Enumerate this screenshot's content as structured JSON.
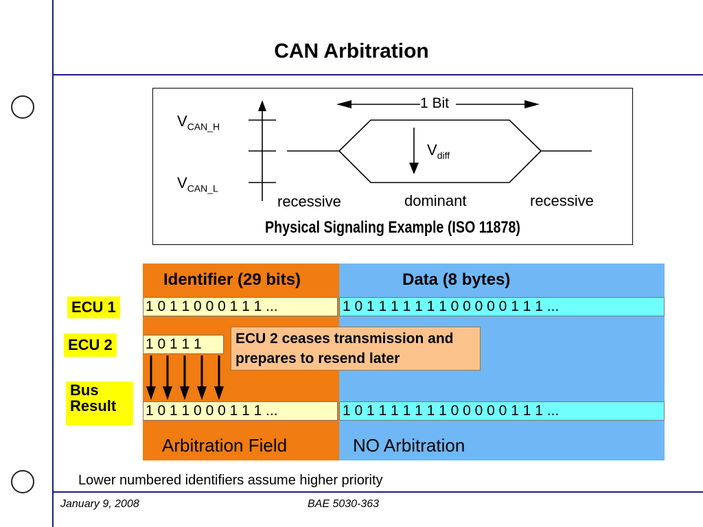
{
  "slide": {
    "title": "CAN Arbitration",
    "footnote": "Lower numbered identifiers assume higher priority"
  },
  "signal_diagram": {
    "bit_label": "1 Bit",
    "v_can_h": {
      "main": "V",
      "sub": "CAN_H"
    },
    "v_can_l": {
      "main": "V",
      "sub": "CAN_L"
    },
    "v_diff": {
      "main": "V",
      "sub": "diff"
    },
    "states": [
      "recessive",
      "dominant",
      "recessive"
    ],
    "caption": "Physical Signaling Example (ISO 11878)"
  },
  "frame": {
    "identifier_header": "Identifier  (29 bits)",
    "data_header": "Data (8 bytes)",
    "ecu1": {
      "label": "ECU 1",
      "identifier_bits": "1 0 1 1 0 0 0 1 1 1 ...",
      "data_bits": "1 0 1 1 1 1 1 1 1 0 0 0 0 0 1 1 1 ..."
    },
    "ecu2": {
      "label": "ECU 2",
      "identifier_bits": "1 0 1 1 1"
    },
    "note": "ECU 2 ceases transmission and prepares to resend later",
    "bus": {
      "label_line1": "Bus",
      "label_line2": "Result",
      "identifier_bits": "1 0 1 1 0 0 0 1 1 1 ...",
      "data_bits": "1 0 1 1 1 1 1 1 1 0 0 0 0 0 1 1 1 ..."
    },
    "arbitration_field_label": "Arbitration Field",
    "no_arbitration_label": "NO Arbitration"
  },
  "footer": {
    "date": "January 9, 2008",
    "course": "BAE 5030-363"
  },
  "colors": {
    "rule": "#1a1a8c",
    "identifier_area": "#f07c12",
    "data_area": "#6fb8f5",
    "ecu_label": "#ffff00",
    "ecu_bits": "#ffffc0",
    "data_bits": "#70ffff",
    "note_box": "#fbc28c"
  }
}
